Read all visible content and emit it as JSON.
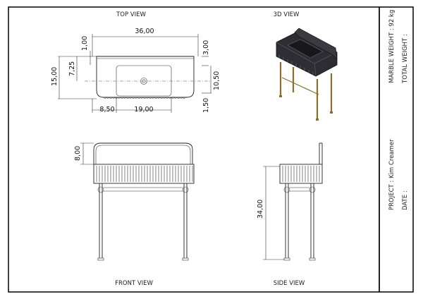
{
  "views": {
    "top": "TOP VIEW",
    "iso": "3D VIEW",
    "front": "FRONT VIEW",
    "side": "SIDE VIEW"
  },
  "dimensions": {
    "top_width": "36,00",
    "top_left_offset": "1,00",
    "top_right_offset": "3,00",
    "depth_total": "15,00",
    "depth_inner": "7,25",
    "basin_depth": "10,50",
    "front_offset": "1,50",
    "drain_x": "8,50",
    "basin_width": "19,00",
    "backsplash_height": "8,00",
    "leg_height": "34,00"
  },
  "info": {
    "marble_weight": "MARBLE WEIGHT : 92 kg",
    "total_weight": "TOTAL WEIGHT :",
    "project": "PROJECT : Kim Creamer",
    "date": "DATE :"
  }
}
